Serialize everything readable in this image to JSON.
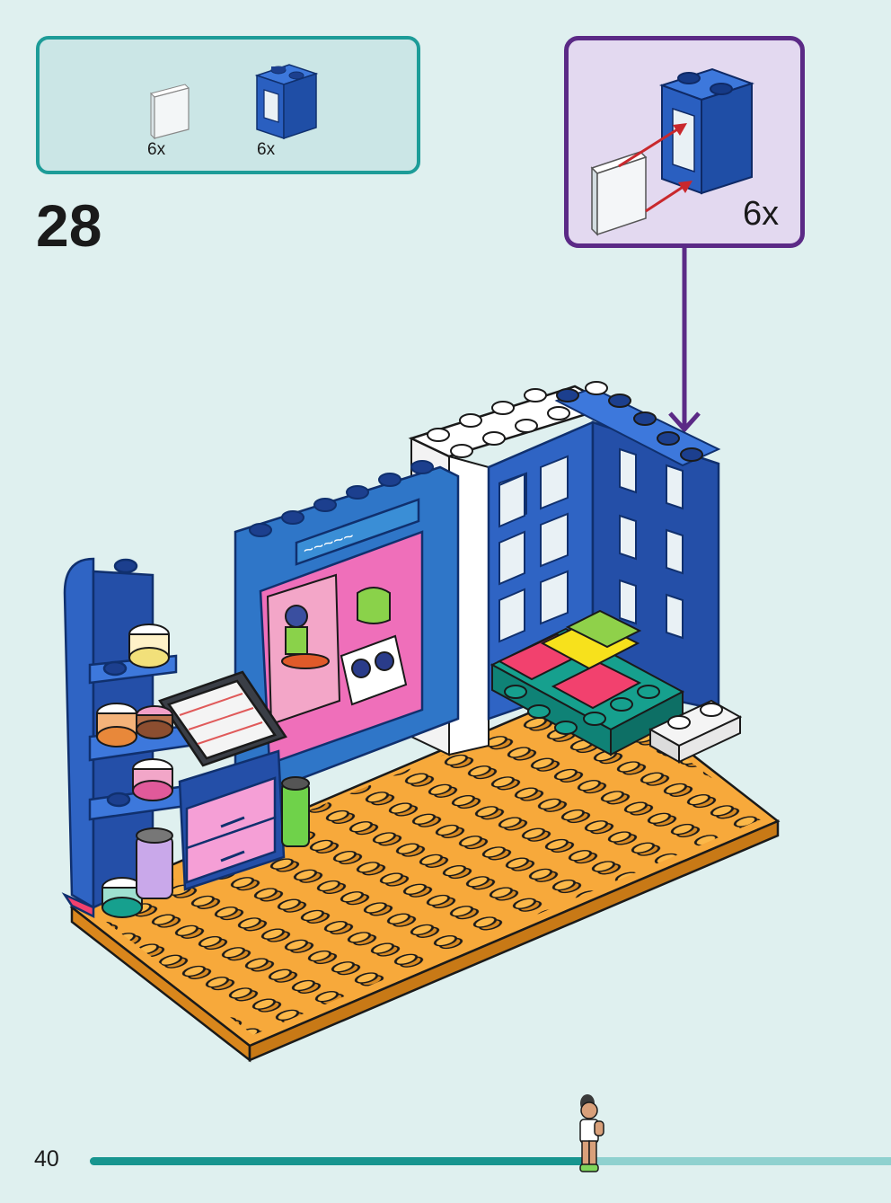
{
  "parts_list": {
    "items": [
      {
        "part": "transparent-window-pane-icon",
        "quantity": "6x"
      },
      {
        "part": "blue-window-frame-icon",
        "quantity": "6x"
      }
    ]
  },
  "step": {
    "number": "28"
  },
  "callout": {
    "quantity": "6x"
  },
  "footer": {
    "page_number": "40",
    "progress": 0.62
  },
  "colors": {
    "parts_border": "#1d9c98",
    "callout_border": "#5b2a86",
    "brick_blue": "#2f64c4",
    "baseplate_orange": "#f7a93b",
    "progress_fill": "#17958f"
  }
}
